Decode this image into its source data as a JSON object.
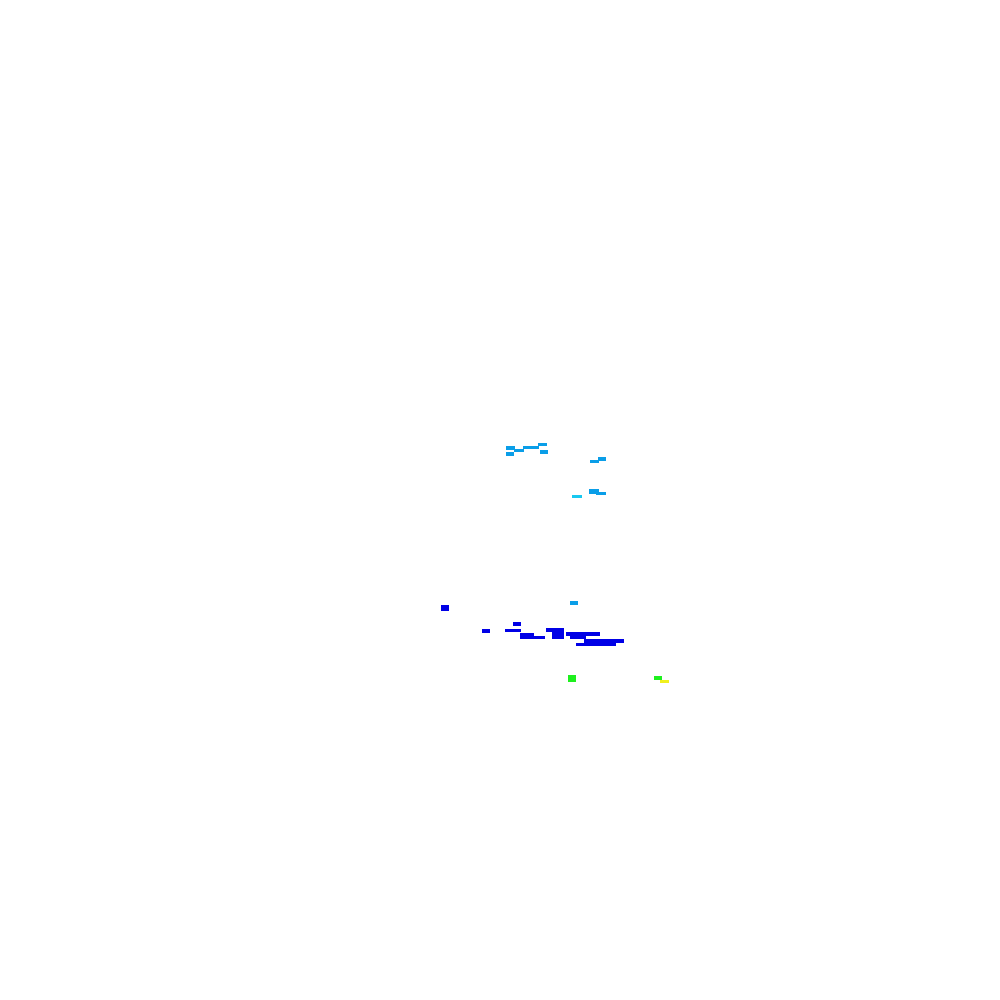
{
  "colors": {
    "background": "#ffffff",
    "light_blue": "#0a9ee8",
    "cyan": "#18c8f0",
    "blue": "#0000e6",
    "green": "#1ef01e",
    "yellow": "#f0f01e"
  },
  "clusters": {
    "upper": {
      "color_key": "light_blue"
    },
    "middle": {
      "color_key": "light_blue"
    },
    "lower": {
      "color_key": "blue"
    },
    "bottom": {
      "color_key": "green"
    }
  }
}
